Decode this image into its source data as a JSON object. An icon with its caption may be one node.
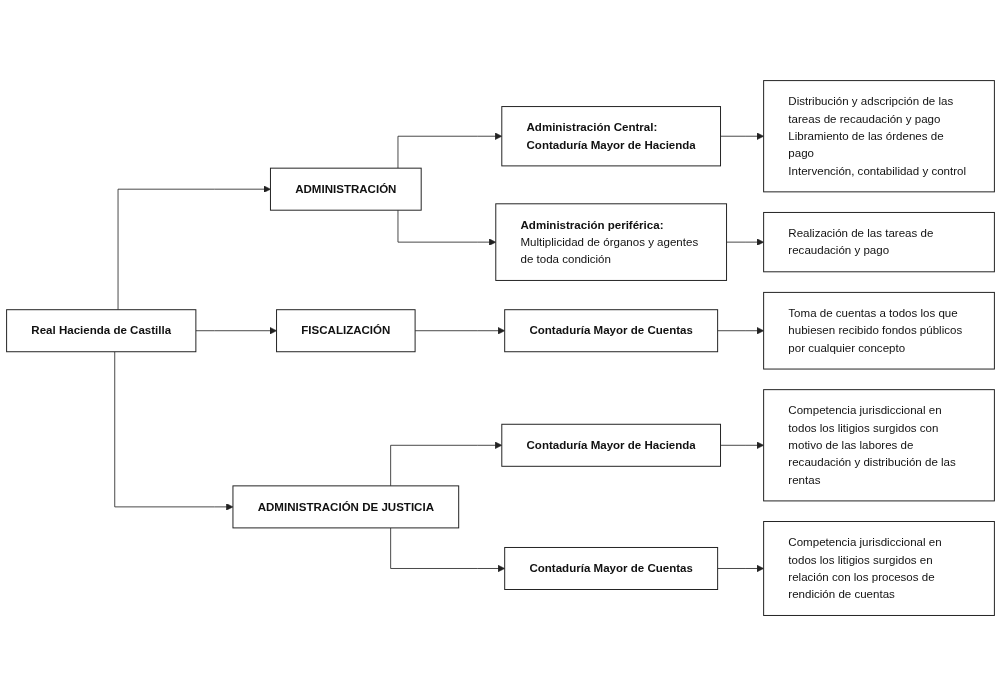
{
  "diagram": {
    "nodes": [
      {
        "text": [
          "Real Hacienda de Castilla"
        ]
      },
      {
        "text": [
          "ADMINISTRACIÓN"
        ]
      },
      {
        "text": [
          "Administración Central:",
          "Contaduría Mayor de Hacienda"
        ]
      },
      {
        "text": [
          "Distribución y adscripción de las tareas de recaudación y pago",
          "Libramiento de las órdenes de pago",
          "Intervención, contabilidad y control"
        ]
      },
      {
        "text": [
          "Administración periférica:",
          "Multiplicidad de órganos y agentes de toda condición"
        ]
      },
      {
        "text": [
          "Realización de las tareas de recaudación y pago"
        ]
      },
      {
        "text": [
          "FISCALIZACIÓN"
        ]
      },
      {
        "text": [
          "Contaduría Mayor de Cuentas"
        ]
      },
      {
        "text": [
          "Toma de cuentas a todos los que hubiesen recibido fondos públicos por cualquier concepto"
        ]
      },
      {
        "text": [
          "ADMINISTRACIÓN DE JUSTICIA"
        ]
      },
      {
        "text": [
          "Contaduría Mayor de Hacienda"
        ]
      },
      {
        "text": [
          "Competencia jurisdiccional en todos los litigios surgidos con motivo de las labores de recaudación y distribución de las rentas"
        ]
      },
      {
        "text": [
          "Contaduría Mayor de Cuentas"
        ]
      },
      {
        "text": [
          "Competencia jurisdiccional en todos los litigios surgidos en relación con los procesos de rendición de cuentas"
        ]
      }
    ],
    "edges": [
      {
        "from": 0,
        "to": 1,
        "arrow": "to"
      },
      {
        "from": 0,
        "to": 6,
        "arrow": "to"
      },
      {
        "from": 0,
        "to": 9,
        "arrow": "to"
      },
      {
        "from": 1,
        "to": 2,
        "arrow": "to"
      },
      {
        "from": 1,
        "to": 4,
        "arrow": "to"
      },
      {
        "from": 2,
        "to": 3,
        "arrow": "to"
      },
      {
        "from": 4,
        "to": 5,
        "arrow": "to"
      },
      {
        "from": 6,
        "to": 7,
        "arrow": "to"
      },
      {
        "from": 7,
        "to": 8,
        "arrow": "to"
      },
      {
        "from": 9,
        "to": 10,
        "arrow": "to"
      },
      {
        "from": 9,
        "to": 12,
        "arrow": "to"
      },
      {
        "from": 10,
        "to": 11,
        "arrow": "to"
      },
      {
        "from": 12,
        "to": 13,
        "arrow": "to"
      }
    ]
  }
}
